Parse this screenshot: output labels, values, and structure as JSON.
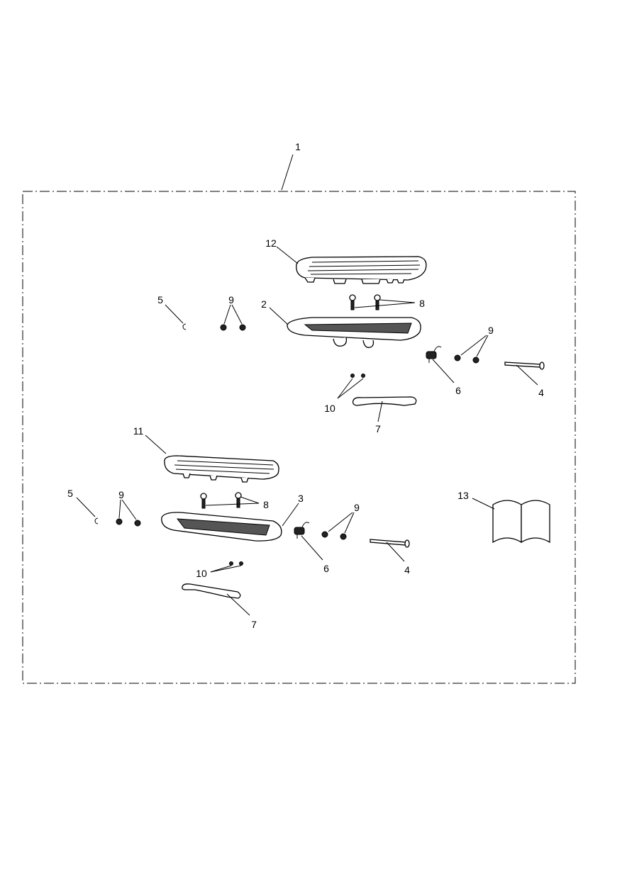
{
  "diagram": {
    "type": "exploded parts diagram",
    "labels": [
      "1",
      "12",
      "2",
      "8",
      "5",
      "9",
      "9",
      "6",
      "4",
      "10",
      "7",
      "11",
      "8",
      "3",
      "5",
      "9",
      "9",
      "6",
      "4",
      "10",
      "7",
      "13"
    ]
  }
}
